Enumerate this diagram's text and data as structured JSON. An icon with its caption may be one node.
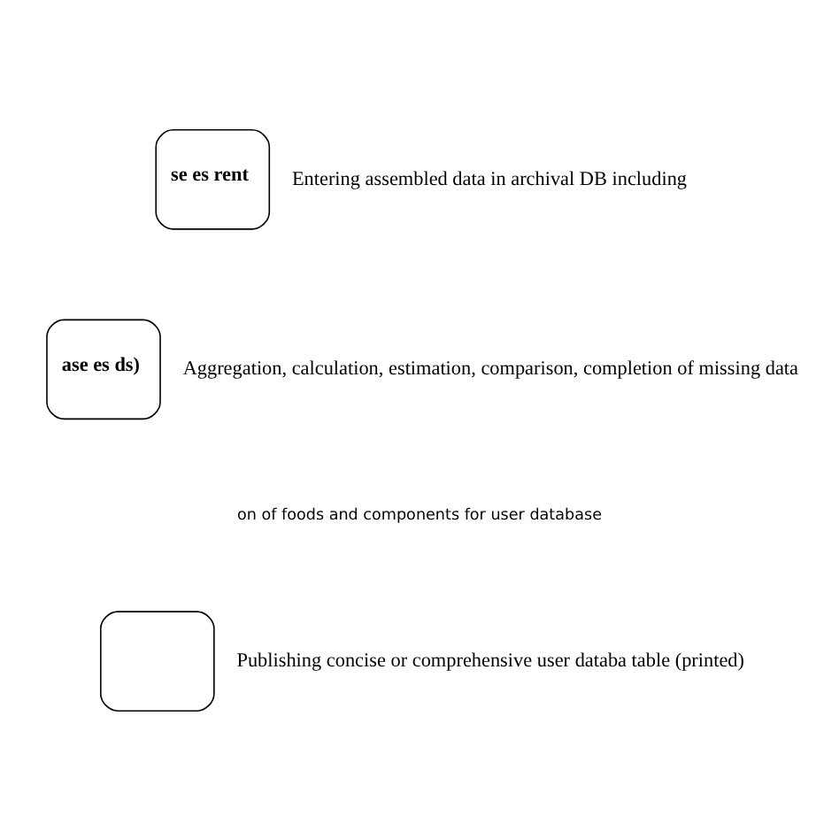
{
  "diagram": {
    "nodes": [
      {
        "text": [
          "se es rent"
        ],
        "beside": [
          "Entering assembled data in archival DB including"
        ]
      },
      {
        "text": [
          "ase es ds)"
        ],
        "beside": [
          "Aggregation, calculation, estimation, comparison, completion of missing data"
        ]
      },
      {
        "text": [],
        "shape": "box",
        "beside": [
          "Publishing concise or comprehensive user databa table (printed)"
        ]
      }
    ],
    "edges": [],
    "labels": [
      "on of foods and components for user database"
    ]
  }
}
